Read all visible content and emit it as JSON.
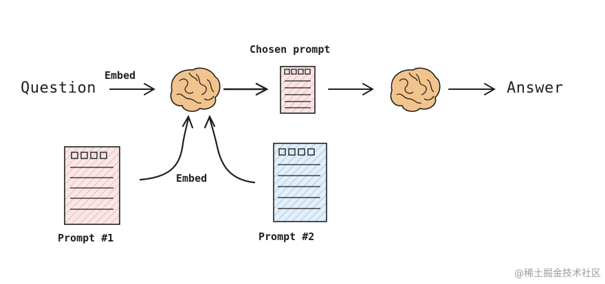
{
  "labels": {
    "question": "Question",
    "embed_top": "Embed",
    "chosen_prompt": "Chosen prompt",
    "answer": "Answer",
    "embed_bottom": "Embed",
    "prompt_1": "Prompt #1",
    "prompt_2": "Prompt #2"
  },
  "watermark": "@稀土掘金技术社区",
  "icons": {
    "brain_left": "brain-icon",
    "brain_right": "brain-icon",
    "chosen_prompt_doc": "document-icon",
    "prompt_1_doc": "document-icon",
    "prompt_2_doc": "document-icon"
  },
  "colors": {
    "ink": "#1e1e1e",
    "brain_fill": "#f2c48d",
    "pink_doc": "#f7dada",
    "blue_doc": "#d4e6f5"
  }
}
